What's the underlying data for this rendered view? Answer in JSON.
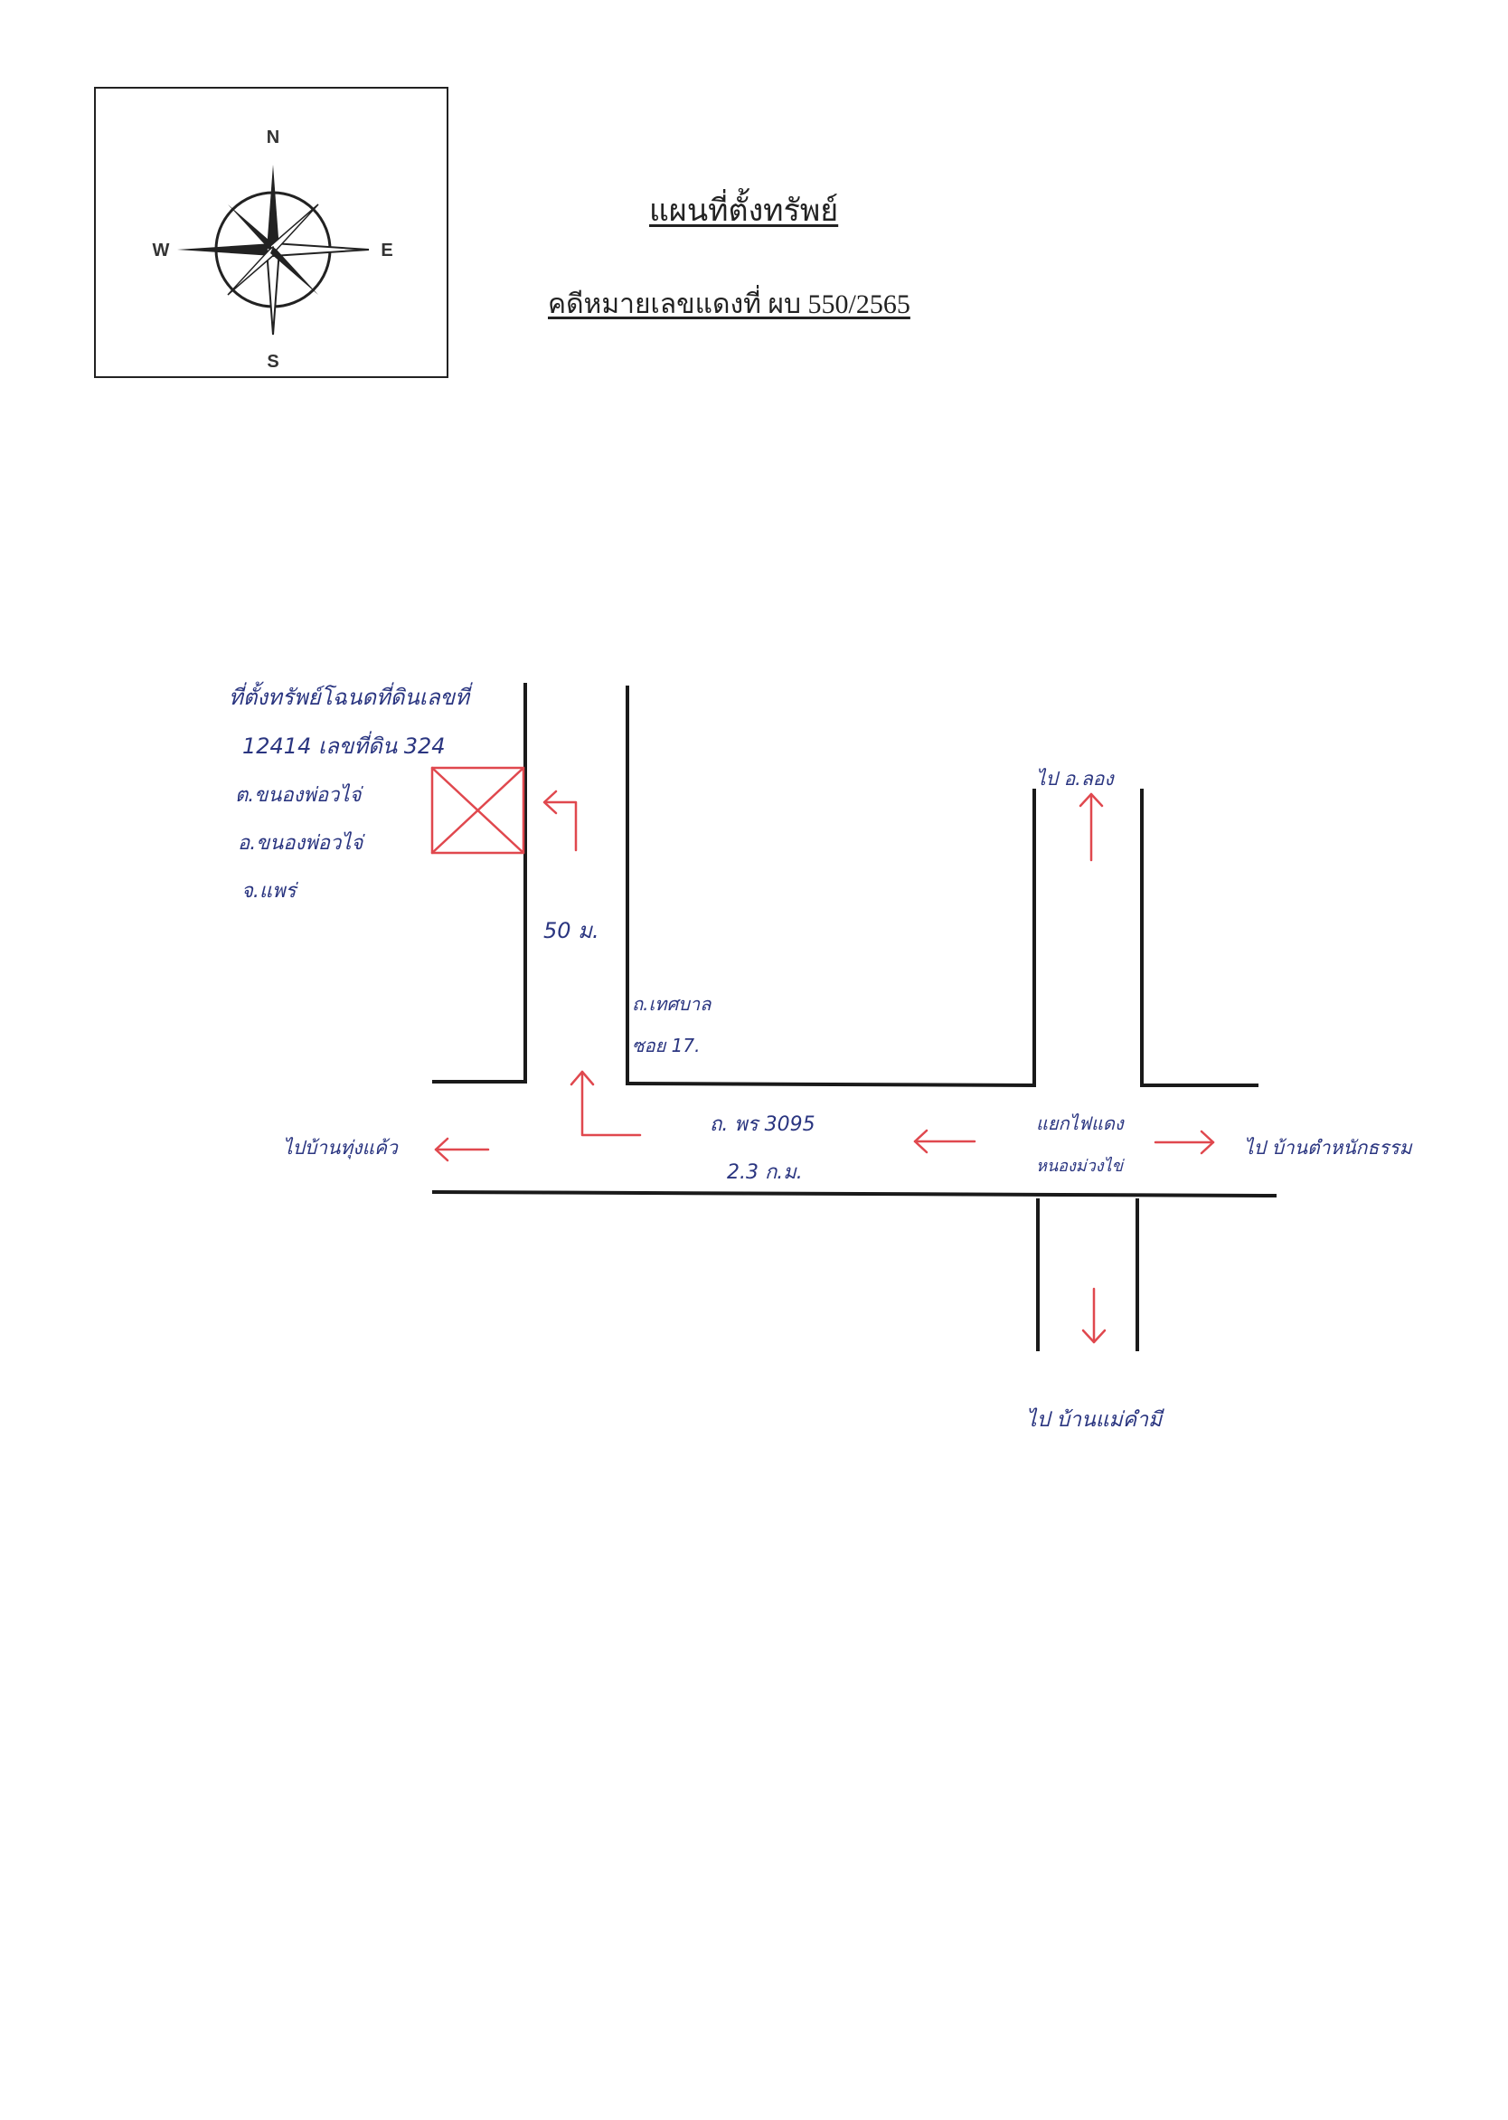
{
  "compass": {
    "north": "N",
    "south": "S",
    "east": "E",
    "west": "W"
  },
  "header": {
    "map_title": "แผนที่ตั้งทรัพย์",
    "case_number": "คดีหมายเลขแดงที่  ผบ 550/2565"
  },
  "map": {
    "property_label_lines": [
      "ที่ตั้งทรัพย์โฉนดที่ดินเลขที่",
      "12414  เลขที่ดิน 324",
      "ต.ขนองพ่อวไจ่",
      "อ.ขนองพ่อวไจ่",
      "จ.แพร่"
    ],
    "distance_label": "50 ม.",
    "soi_label_lines": [
      "ถ.เทศบาล",
      "ซอย 17."
    ],
    "main_road_lines": [
      "ถ. พร 3095",
      "2.3  ก.ม."
    ],
    "junction_lines": [
      "แยกไฟแดง",
      "หนองม่วงไข่"
    ],
    "to_west": "ไปบ้านทุ่งแค้ว",
    "to_north": "ไป อ.ลอง",
    "to_east": "ไป บ้านตำหนักธรรม",
    "to_south": "ไป  บ้านแม่คำมี"
  },
  "colors": {
    "ink_blue": "#2a3580",
    "marker_red": "#e0484e",
    "road_black": "#1a1a1a"
  }
}
